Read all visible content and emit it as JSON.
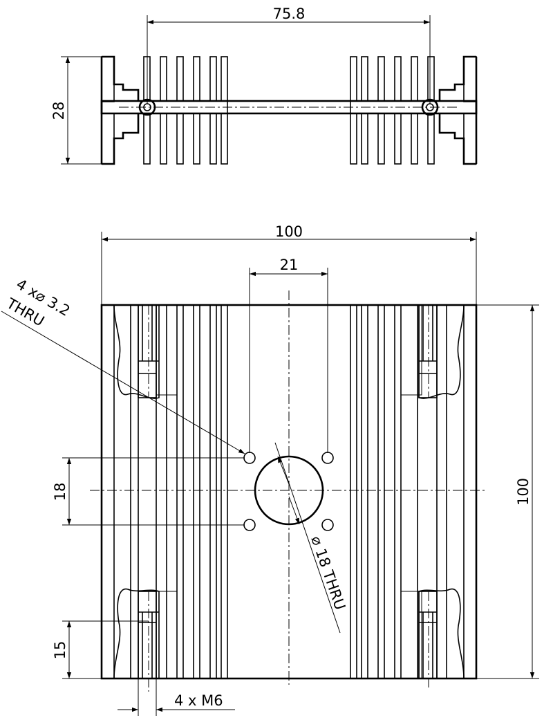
{
  "top_view": {
    "dim_hole_spacing": "75.8",
    "dim_height": "28"
  },
  "front_view": {
    "dim_width": "100",
    "dim_pattern_width": "21",
    "dim_height": "100",
    "dim_pattern_height": "18",
    "dim_bottom_offset": "15",
    "callout_small_holes_line1": "4 x⌀ 3.2",
    "callout_small_holes_line2": "THRU",
    "callout_center_hole_line1": "⌀ 18 THRU",
    "callout_threads": "4 x M6"
  }
}
